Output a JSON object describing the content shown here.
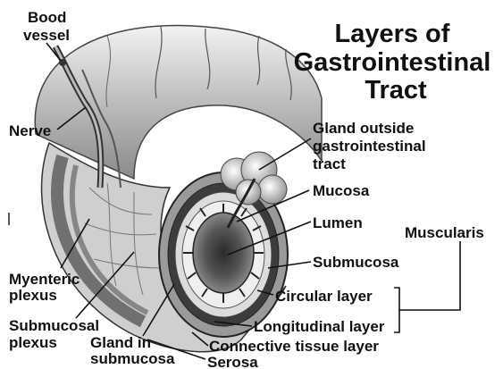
{
  "diagram": {
    "title_lines": [
      "Layers of",
      "Gastrointestinal",
      "Tract"
    ],
    "labels": {
      "blood_vessel": [
        "Bood",
        "vessel"
      ],
      "nerve": [
        "Nerve"
      ],
      "gland_outside": [
        "Gland outside",
        "gastrointestinal",
        "tract"
      ],
      "mucosa": [
        "Mucosa"
      ],
      "lumen": [
        "Lumen"
      ],
      "muscularis": [
        "Muscularis"
      ],
      "submucosa": [
        "Submucosa"
      ],
      "circular_layer": [
        "Circular layer"
      ],
      "longitudinal_layer": [
        "Longitudinal layer"
      ],
      "connective_tissue": [
        "Connective tissue layer"
      ],
      "serosa": [
        "Serosa"
      ],
      "myenteric_plexus": [
        "Myenteric",
        "plexus"
      ],
      "submucosal_plexus": [
        "Submucosal",
        "plexus"
      ],
      "gland_in_submucosa": [
        "Gland in",
        "submucosa"
      ]
    }
  }
}
